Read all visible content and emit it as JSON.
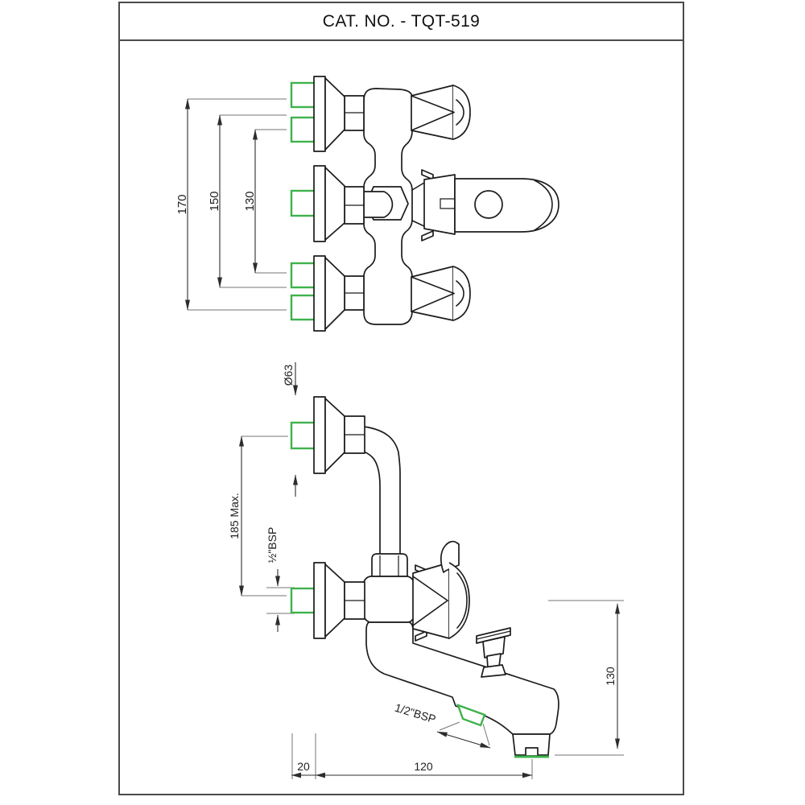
{
  "title": "CAT. NO. - TQT-519",
  "colors": {
    "outline": "#1c1c1c",
    "accent_green": "#3fb24c",
    "dimension": "#2d2d2d",
    "extension": "#767676",
    "frame": "#4a4a4a",
    "background": "#ffffff"
  },
  "top_view": {
    "dims": {
      "overall": "170",
      "mid": "150",
      "inner": "130"
    }
  },
  "side_view": {
    "dims": {
      "flange_diameter": "Ø63",
      "height": "185 Max.",
      "inlet_thread": "½\"BSP",
      "shower_thread": "1/2\"BSP",
      "spout_drop": "130",
      "wall_offset": "20",
      "spout_reach": "120"
    }
  }
}
